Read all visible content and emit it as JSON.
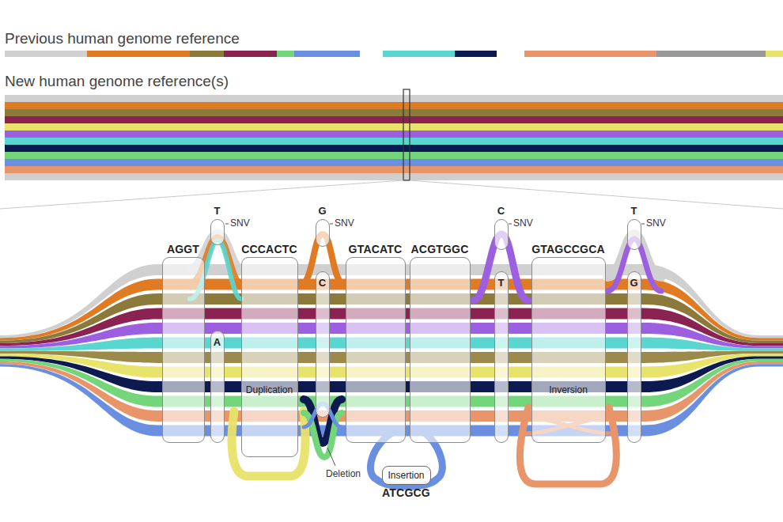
{
  "diagram": {
    "nodes": [
      {
        "text": [
          "AGGT"
        ]
      },
      {
        "text": [
          "T"
        ]
      },
      {
        "text": [
          "A"
        ]
      },
      {
        "text": [
          "CCCACTC",
          "Duplication"
        ]
      },
      {
        "text": [
          "G"
        ]
      },
      {
        "text": [
          "C"
        ]
      },
      {
        "text": [
          "GTACATC"
        ]
      },
      {
        "text": [
          "ACGTGGC"
        ]
      },
      {
        "text": [
          "Insertion",
          "ATCGCG"
        ]
      },
      {
        "text": [
          "C"
        ]
      },
      {
        "text": [
          "T"
        ]
      },
      {
        "text": [
          "GTAGCCGCA",
          "Inversion"
        ]
      },
      {
        "text": [
          "T"
        ]
      },
      {
        "text": [
          "G"
        ]
      }
    ],
    "labels": [
      "Previous human genome reference",
      "New human genome reference(s)",
      "SNV",
      "SNV",
      "SNV",
      "SNV",
      "Deletion"
    ]
  }
}
